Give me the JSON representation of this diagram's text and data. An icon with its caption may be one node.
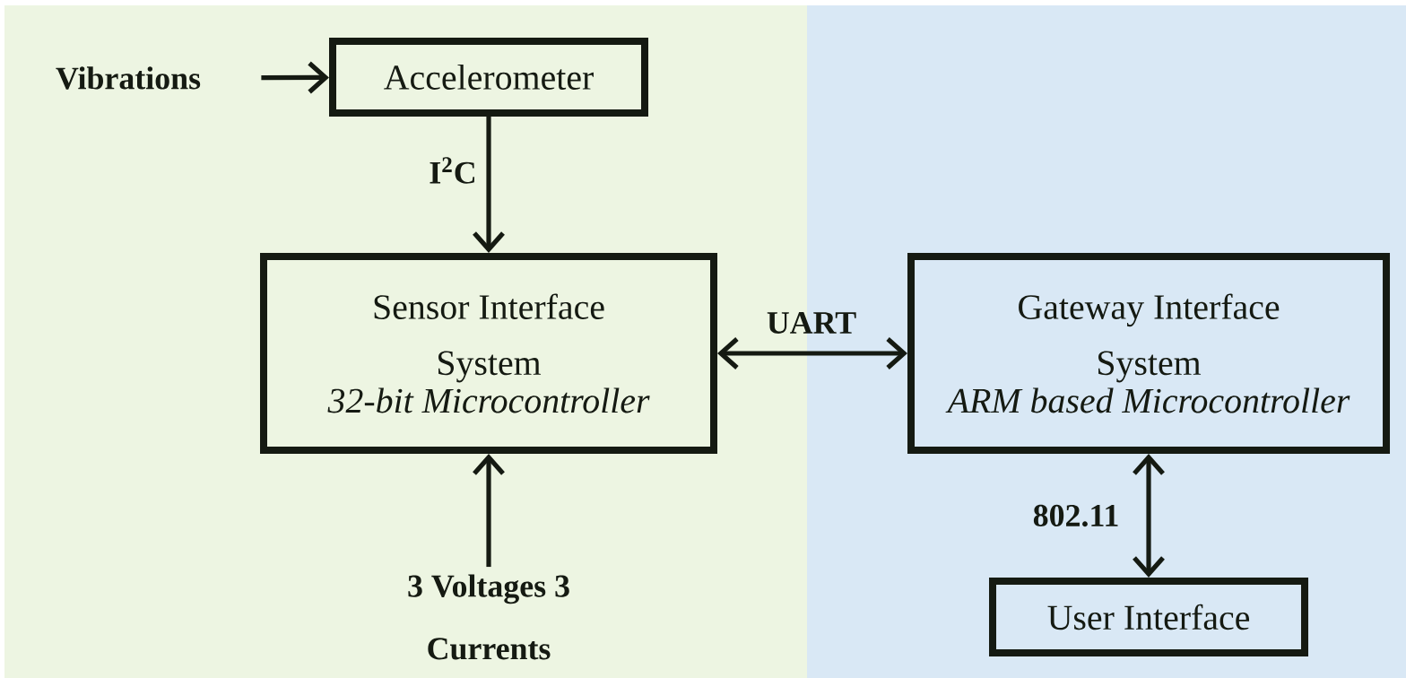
{
  "diagram": {
    "nodes": [
      {
        "text": [
          "Vibrations"
        ]
      },
      {
        "text": [
          "Accelerometer"
        ]
      },
      {
        "text": [
          "Sensor Interface System",
          "32-bit Microcontroller"
        ]
      },
      {
        "text": [
          "Gateway Interface System",
          "ARM based Microcontroller"
        ]
      },
      {
        "text": [
          "3 Voltages 3 Currents"
        ]
      },
      {
        "text": [
          "User Interface"
        ]
      }
    ],
    "edges": [
      {
        "from": 0,
        "to": 1,
        "arrow": "to"
      },
      {
        "from": 1,
        "to": 2,
        "arrow": "to",
        "label": "I$^{2}$C"
      },
      {
        "from": 2,
        "to": 3,
        "arrow": "both",
        "label": "UART"
      },
      {
        "from": 4,
        "to": 2,
        "arrow": "to"
      },
      {
        "from": 3,
        "to": 5,
        "arrow": "both",
        "label": "802.11"
      }
    ]
  }
}
